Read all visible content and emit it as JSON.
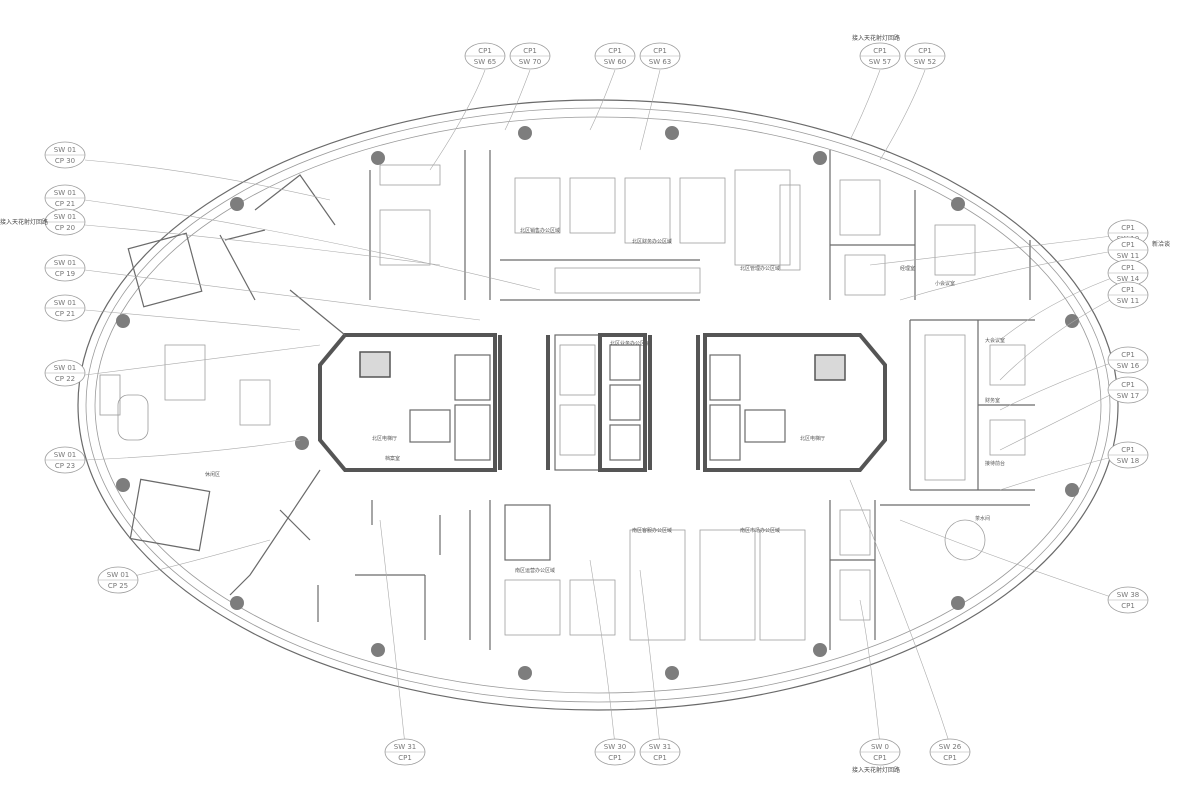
{
  "tags": [
    {
      "line1": "CP1",
      "line2": "SW 65"
    },
    {
      "line1": "CP1",
      "line2": "SW 70"
    },
    {
      "line1": "CP1",
      "line2": "SW 60"
    },
    {
      "line1": "CP1",
      "line2": "SW 63"
    },
    {
      "line1": "CP1",
      "line2": "SW 57"
    },
    {
      "line1": "CP1",
      "line2": "SW 52"
    },
    {
      "line1": "SW 01",
      "line2": "CP 30"
    },
    {
      "line1": "SW 01",
      "line2": "CP 21"
    },
    {
      "line1": "SW 01",
      "line2": "CP 20"
    },
    {
      "line1": "SW 01",
      "line2": "CP 19"
    },
    {
      "line1": "SW 01",
      "line2": "CP 21"
    },
    {
      "line1": "SW 01",
      "line2": "CP 22"
    },
    {
      "line1": "SW 01",
      "line2": "CP 23"
    },
    {
      "line1": "SW 01",
      "line2": "CP 25"
    },
    {
      "line1": "CP1",
      "line2": "SW 10"
    },
    {
      "line1": "CP1",
      "line2": "SW 11"
    },
    {
      "line1": "CP1",
      "line2": "SW 14"
    },
    {
      "line1": "CP1",
      "line2": "SW 11"
    },
    {
      "line1": "CP1",
      "line2": "SW 16"
    },
    {
      "line1": "CP1",
      "line2": "SW 17"
    },
    {
      "line1": "CP1",
      "line2": "SW 18"
    },
    {
      "line1": "SW 38",
      "line2": "CP1"
    },
    {
      "line1": "SW 31",
      "line2": "CP1"
    },
    {
      "line1": "SW 30",
      "line2": "CP1"
    },
    {
      "line1": "SW 31",
      "line2": "CP1"
    },
    {
      "line1": "SW 0",
      "line2": "CP1"
    },
    {
      "line1": "SW 26",
      "line2": "CP1"
    }
  ],
  "notes": {
    "top_right": "接入天花射灯回路",
    "left": "接入天花射灯回路",
    "bottom": "接入天花射灯回路",
    "right_room": "新洽谈"
  },
  "rooms": {
    "office_1": "北区销售办公区域",
    "office_2": "北区财务办公区域",
    "office_3": "北区管理办公区域",
    "office_4": "北区业务办公区域",
    "office_5": "南区客服办公区域",
    "office_6": "南区市场办公区域",
    "office_7": "南区运营办公区域",
    "meeting": "大会议室",
    "reception": "接待前台",
    "lounge": "休闲区",
    "pantry": "茶水间",
    "lobby_w": "北区电梯厅",
    "lobby_e": "北区电梯厅",
    "manager": "经理室",
    "small_meeting": "小会议室",
    "finance": "财务室",
    "archive": "档案室"
  }
}
